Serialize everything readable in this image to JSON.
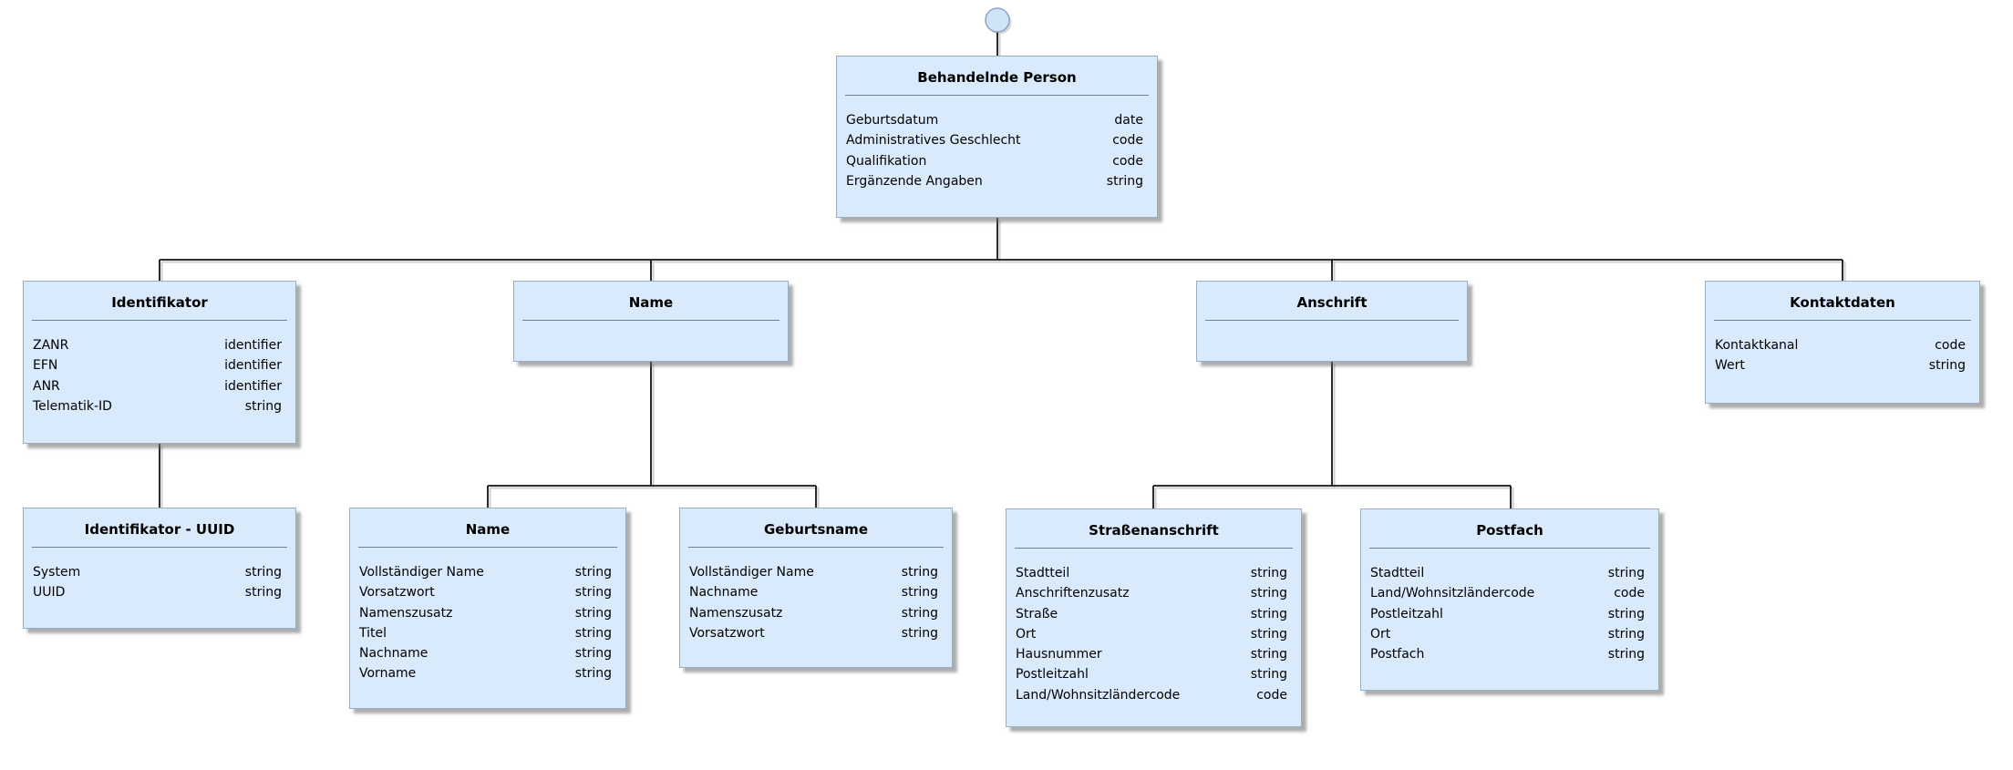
{
  "diagram_type": "entity-hierarchy",
  "colors": {
    "node_fill": "#d9eafc",
    "node_border": "#97aec6",
    "separator": "#74808d",
    "connector": "#141414",
    "background": "#ffffff",
    "root_anchor_fill": "#d0e4f7",
    "root_anchor_border": "#8ba6c4"
  },
  "root_anchor": {
    "icon": "circle"
  },
  "entities": [
    {
      "id": "behandelnde-person",
      "title": "Behandelnde Person",
      "attributes": [
        {
          "name": "Geburtsdatum",
          "type": "date"
        },
        {
          "name": "Administratives Geschlecht",
          "type": "code"
        },
        {
          "name": "Qualifikation",
          "type": "code"
        },
        {
          "name": "Ergänzende Angaben",
          "type": "string"
        }
      ]
    },
    {
      "id": "identifikator",
      "title": "Identifikator",
      "attributes": [
        {
          "name": "ZANR",
          "type": "identifier"
        },
        {
          "name": "EFN",
          "type": "identifier"
        },
        {
          "name": "ANR",
          "type": "identifier"
        },
        {
          "name": "Telematik-ID",
          "type": "string"
        }
      ]
    },
    {
      "id": "name",
      "title": "Name",
      "attributes": []
    },
    {
      "id": "anschrift",
      "title": "Anschrift",
      "attributes": []
    },
    {
      "id": "kontaktdaten",
      "title": "Kontaktdaten",
      "attributes": [
        {
          "name": "Kontaktkanal",
          "type": "code"
        },
        {
          "name": "Wert",
          "type": "string"
        }
      ]
    },
    {
      "id": "identifikator-uuid",
      "title": "Identifikator - UUID",
      "attributes": [
        {
          "name": "System",
          "type": "string"
        },
        {
          "name": "UUID",
          "type": "string"
        }
      ]
    },
    {
      "id": "name-detail",
      "title": "Name",
      "attributes": [
        {
          "name": "Vollständiger Name",
          "type": "string"
        },
        {
          "name": "Vorsatzwort",
          "type": "string"
        },
        {
          "name": "Namenszusatz",
          "type": "string"
        },
        {
          "name": "Titel",
          "type": "string"
        },
        {
          "name": "Nachname",
          "type": "string"
        },
        {
          "name": "Vorname",
          "type": "string"
        }
      ]
    },
    {
      "id": "geburtsname",
      "title": "Geburtsname",
      "attributes": [
        {
          "name": "Vollständiger Name",
          "type": "string"
        },
        {
          "name": "Nachname",
          "type": "string"
        },
        {
          "name": "Namenszusatz",
          "type": "string"
        },
        {
          "name": "Vorsatzwort",
          "type": "string"
        }
      ]
    },
    {
      "id": "strassenanschrift",
      "title": "Straßenanschrift",
      "attributes": [
        {
          "name": "Stadtteil",
          "type": "string"
        },
        {
          "name": "Anschriftenzusatz",
          "type": "string"
        },
        {
          "name": "Straße",
          "type": "string"
        },
        {
          "name": "Ort",
          "type": "string"
        },
        {
          "name": "Hausnummer",
          "type": "string"
        },
        {
          "name": "Postleitzahl",
          "type": "string"
        },
        {
          "name": "Land/Wohnsitzländercode",
          "type": "code"
        }
      ]
    },
    {
      "id": "postfach",
      "title": "Postfach",
      "attributes": [
        {
          "name": "Stadtteil",
          "type": "string"
        },
        {
          "name": "Land/Wohnsitzländercode",
          "type": "code"
        },
        {
          "name": "Postleitzahl",
          "type": "string"
        },
        {
          "name": "Ort",
          "type": "string"
        },
        {
          "name": "Postfach",
          "type": "string"
        }
      ]
    }
  ],
  "relationships": [
    {
      "parent": "Behandelnde Person",
      "child": "Identifikator"
    },
    {
      "parent": "Behandelnde Person",
      "child": "Name"
    },
    {
      "parent": "Behandelnde Person",
      "child": "Anschrift"
    },
    {
      "parent": "Behandelnde Person",
      "child": "Kontaktdaten"
    },
    {
      "parent": "Identifikator",
      "child": "Identifikator - UUID"
    },
    {
      "parent": "Name",
      "child": "Name"
    },
    {
      "parent": "Name",
      "child": "Geburtsname"
    },
    {
      "parent": "Anschrift",
      "child": "Straßenanschrift"
    },
    {
      "parent": "Anschrift",
      "child": "Postfach"
    }
  ]
}
